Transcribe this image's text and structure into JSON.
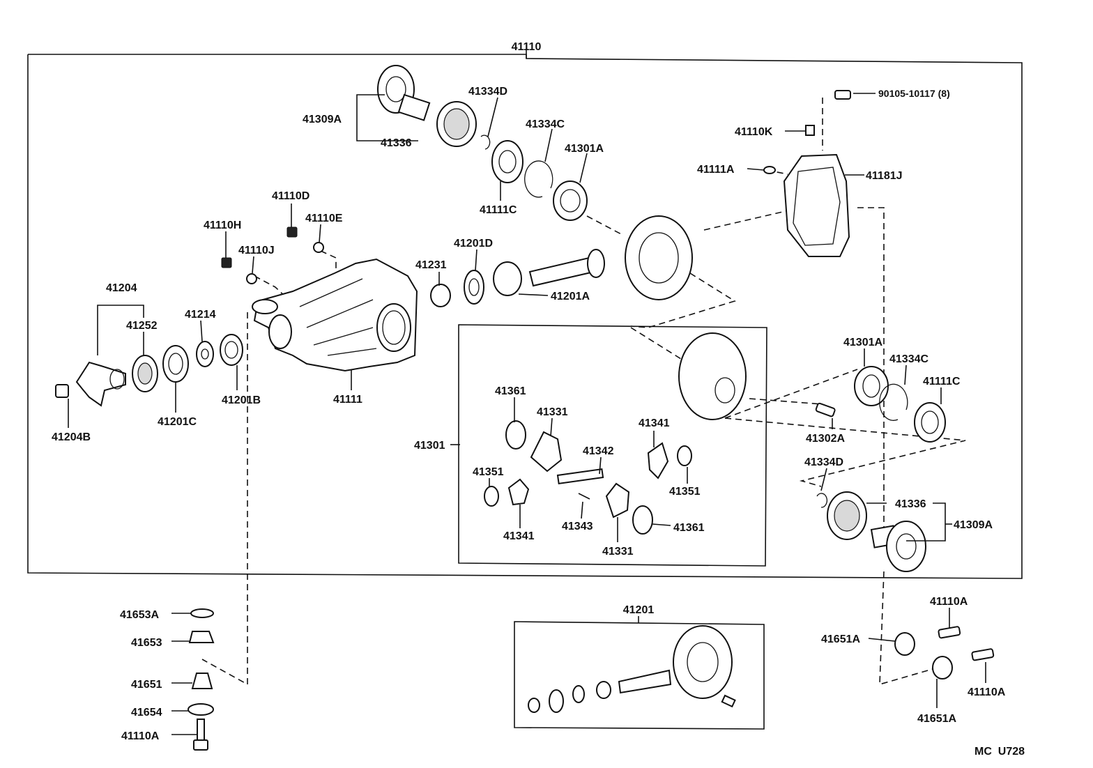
{
  "diagram": {
    "assembly_label": "41110",
    "footer_code": "MC  U728",
    "labels": {
      "l41110": "41110",
      "l41309A_top": "41309A",
      "l41336_top": "41336",
      "l41334D_top": "41334D",
      "l41334C_top": "41334C",
      "l41301A_top": "41301A",
      "l41111C_top": "41111C",
      "l90105": "90105-10117 (8)",
      "l41110K": "41110K",
      "l41111A": "41111A",
      "l41181J": "41181J",
      "l41110D": "41110D",
      "l41110E": "41110E",
      "l41110H": "41110H",
      "l41110J": "41110J",
      "l41201D": "41201D",
      "l41231": "41231",
      "l41201A": "41201A",
      "l41204": "41204",
      "l41252": "41252",
      "l41214": "41214",
      "l41201B": "41201B",
      "l41201C": "41201C",
      "l41204B": "41204B",
      "l41111": "41111",
      "l41301": "41301",
      "l41361_a": "41361",
      "l41331_a": "41331",
      "l41342": "41342",
      "l41341_a": "41341",
      "l41351_a": "41351",
      "l41351_b": "41351",
      "l41341_b": "41341",
      "l41343": "41343",
      "l41331_b": "41331",
      "l41361_b": "41361",
      "l41301A_r": "41301A",
      "l41334C_r": "41334C",
      "l41111C_r": "41111C",
      "l41302A": "41302A",
      "l41334D_r": "41334D",
      "l41336_r": "41336",
      "l41309A_r": "41309A",
      "l41653A": "41653A",
      "l41653": "41653",
      "l41651": "41651",
      "l41654": "41654",
      "l41110A_bl": "41110A",
      "l41201": "41201",
      "l41110A_r1": "41110A",
      "l41651A_1": "41651A",
      "l41110A_r2": "41110A",
      "l41651A_2": "41651A"
    }
  }
}
